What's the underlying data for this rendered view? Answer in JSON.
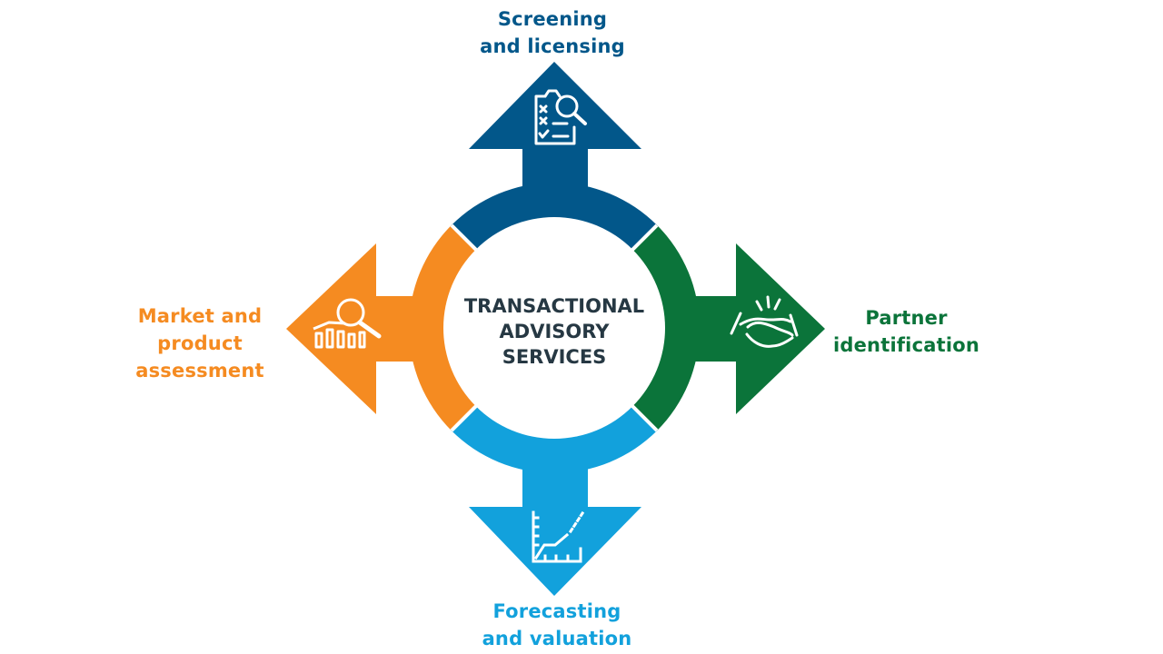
{
  "center": {
    "lines": [
      "TRANSACTIONAL",
      "ADVISORY",
      "SERVICES"
    ],
    "color": "#263843"
  },
  "branches": {
    "top": {
      "lines": [
        "Screening",
        "and licensing"
      ],
      "color": "#02578a",
      "icon": "clipboard-magnifier-icon"
    },
    "right": {
      "lines": [
        "Partner",
        "identification"
      ],
      "color": "#0b743a",
      "icon": "handshake-icon"
    },
    "bottom": {
      "lines": [
        "Forecasting",
        "and valuation"
      ],
      "color": "#12a1dc",
      "icon": "growth-chart-icon"
    },
    "left": {
      "lines": [
        "Market and",
        "product",
        "assessment"
      ],
      "color": "#f58b21",
      "icon": "bar-chart-magnifier-icon"
    }
  }
}
